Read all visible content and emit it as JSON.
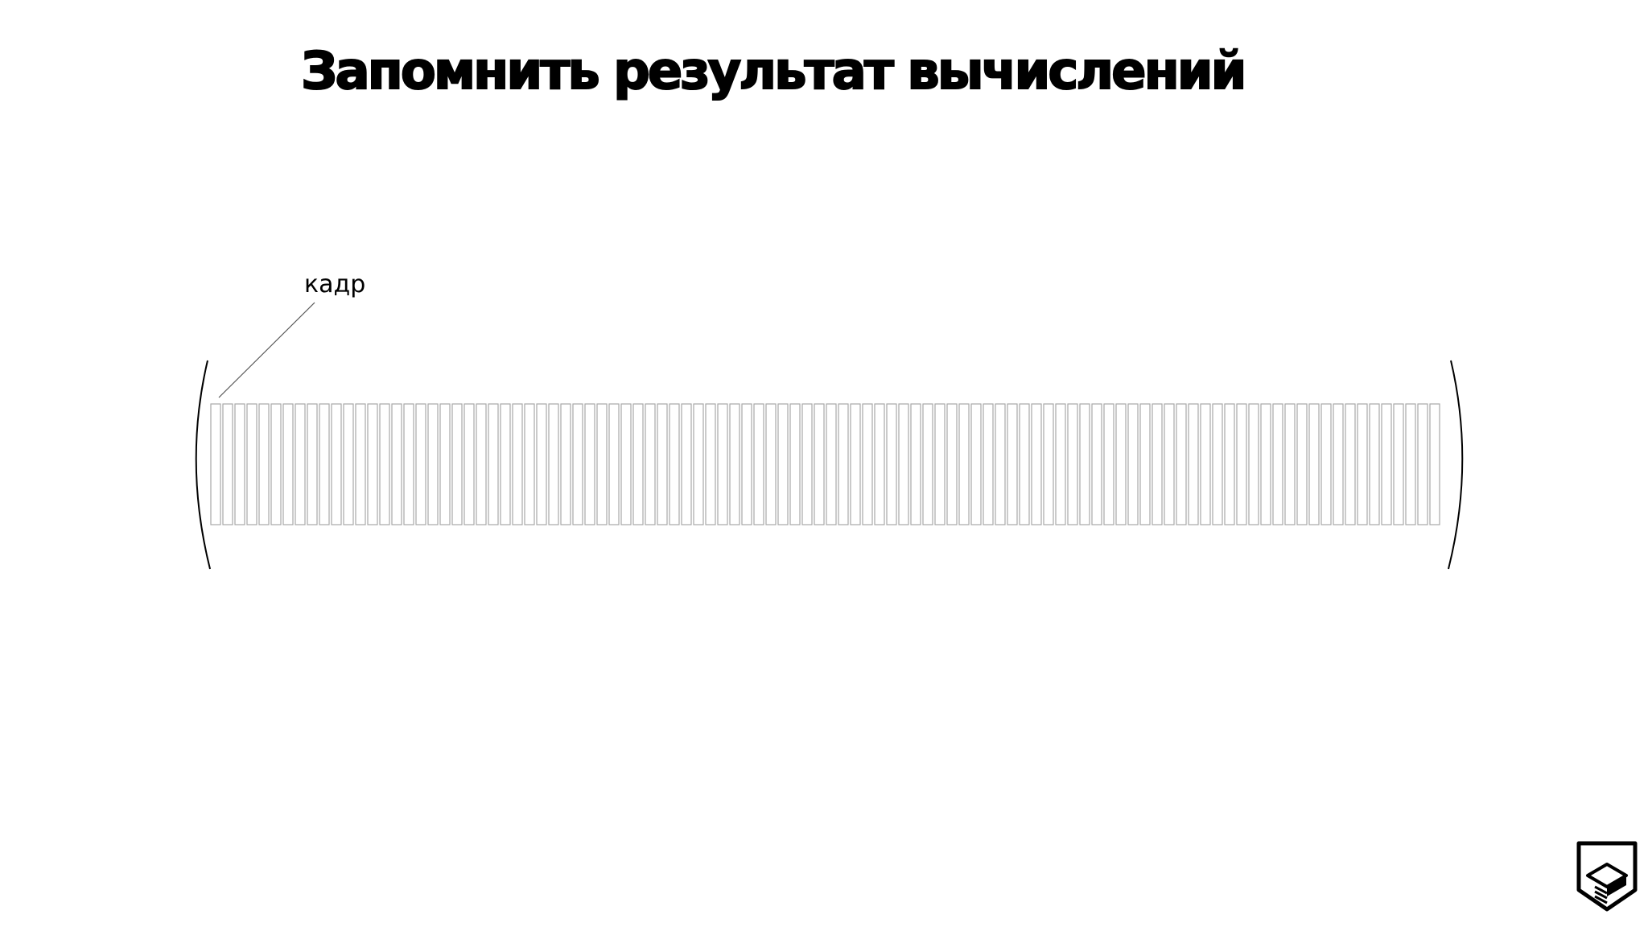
{
  "title": "Запомнить результат вычислений",
  "diagram": {
    "frame_label": "кадр",
    "frame_count": 102,
    "colors": {
      "frame_stroke": "#a8a8a8",
      "bracket": "#000000",
      "pointer": "#555555",
      "text": "#000000"
    }
  },
  "logo": {
    "icon": "shield-logo-icon"
  }
}
